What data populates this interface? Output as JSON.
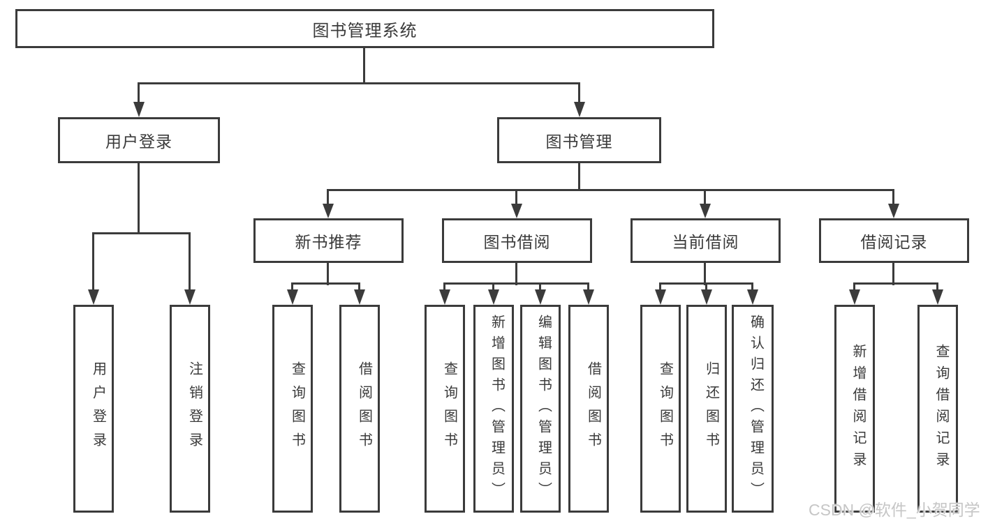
{
  "diagram": {
    "root": {
      "label": "图书管理系统"
    },
    "branches": [
      {
        "label": "用户登录",
        "children": [
          {
            "label": "用户登录"
          },
          {
            "label": "注销登录"
          }
        ]
      },
      {
        "label": "图书管理",
        "children": [
          {
            "label": "新书推荐",
            "children": [
              {
                "label": "查询图书"
              },
              {
                "label": "借阅图书"
              }
            ]
          },
          {
            "label": "图书借阅",
            "children": [
              {
                "label": "查询图书"
              },
              {
                "label": "新增图书（管理员）"
              },
              {
                "label": "编辑图书（管理员）"
              },
              {
                "label": "借阅图书"
              }
            ]
          },
          {
            "label": "当前借阅",
            "children": [
              {
                "label": "查询图书"
              },
              {
                "label": "归还图书"
              },
              {
                "label": "确认归还（管理员）"
              }
            ]
          },
          {
            "label": "借阅记录",
            "children": [
              {
                "label": "新增借阅记录"
              },
              {
                "label": "查询借阅记录"
              }
            ]
          }
        ]
      }
    ]
  },
  "watermark": {
    "text": "CSDN @软件_小贺同学"
  },
  "colors": {
    "line": "#3b3b3b",
    "text": "#3a3a3a",
    "watermark": "#c6c6c6",
    "background": "#ffffff"
  }
}
